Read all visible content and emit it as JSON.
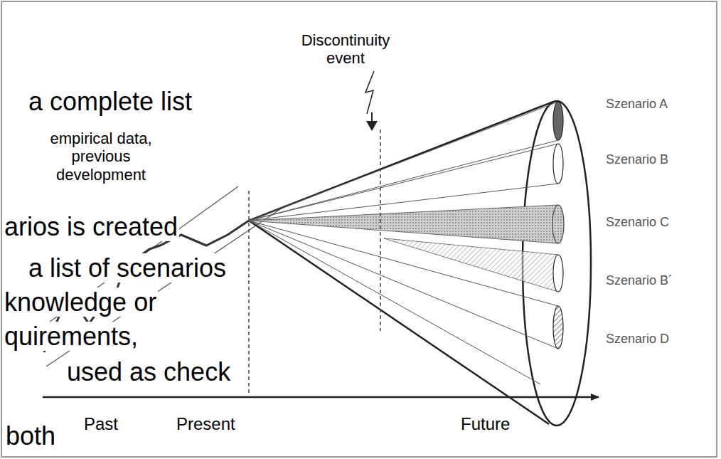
{
  "diagram": {
    "labels": [
      "a complete list",
      "arios is created",
      "a list of scenarios",
      "knowledge or",
      "quirements,",
      "used as check",
      "both",
      "Discontinuity event",
      "empirical data, previous development",
      "Szenario A",
      "Szenario B",
      "Szenario C",
      "Szenario B´",
      "Szenario D",
      "Past",
      "Present",
      "Future"
    ]
  }
}
